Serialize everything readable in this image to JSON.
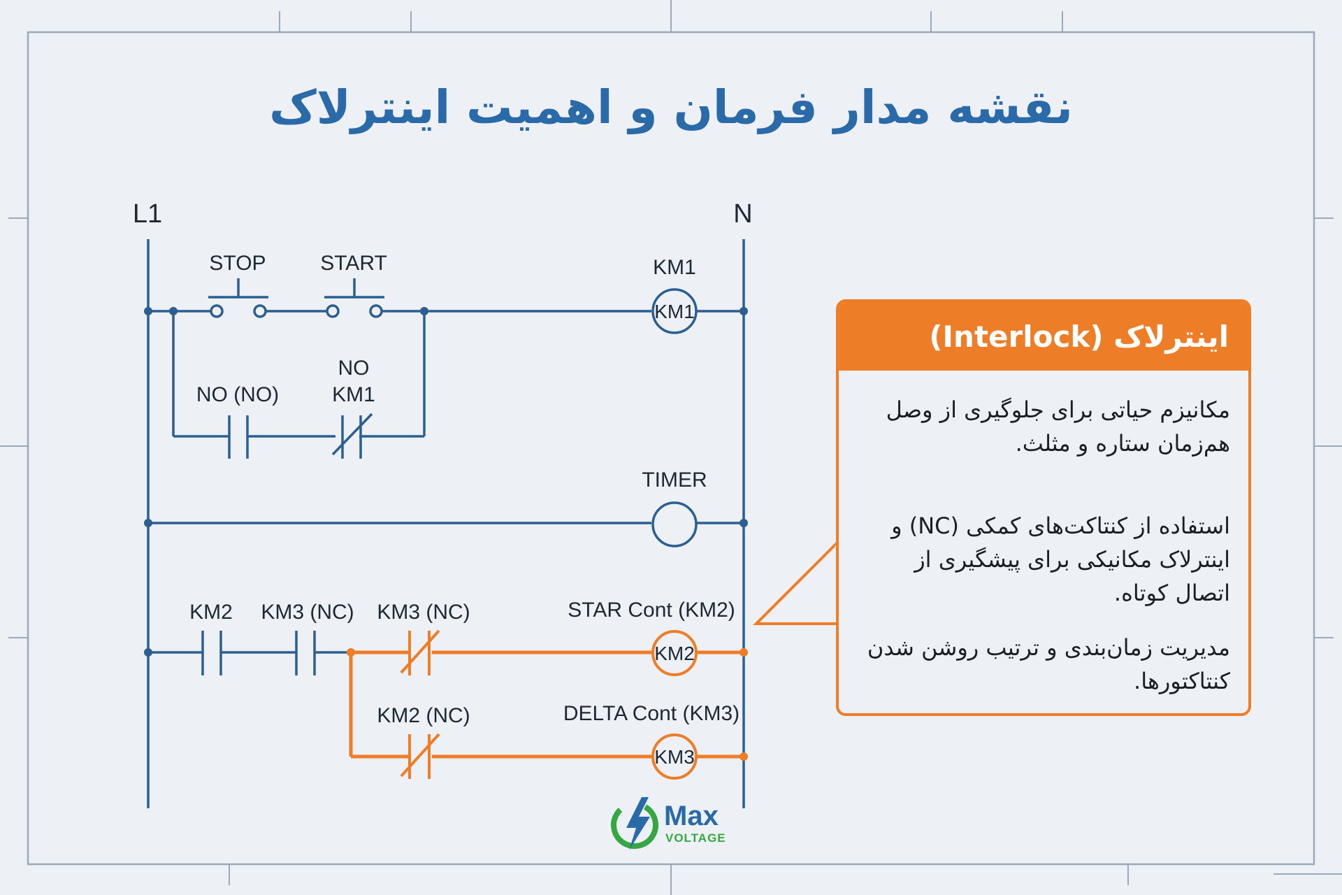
{
  "title": "نقشه مدار فرمان و اهمیت اینترلاک",
  "rails": {
    "left": "L1",
    "right": "N"
  },
  "rung1": {
    "stop": "STOP",
    "start": "START",
    "coil_label": "KM1",
    "coil_text": "KM1",
    "branch_no_label": "NO (NO)",
    "branch_km1_label_top": "NO",
    "branch_km1_label_bottom": "KM1"
  },
  "rung2": {
    "coil_label": "TIMER"
  },
  "rung3": {
    "km2_label": "KM2",
    "km3_nc_label_1": "KM3 (NC)",
    "km3_nc_label_2": "KM3 (NC)",
    "coil_label": "STAR Cont (KM2)",
    "coil_text": "KM2"
  },
  "rung4": {
    "km2_nc_label": "KM2 (NC)",
    "coil_label": "DELTA Cont (KM3)",
    "coil_text": "KM3"
  },
  "callout": {
    "title": "اینترلاک (Interlock)",
    "p1": "مکانیزم حیاتی برای جلوگیری از وصل هم‌زمان ستاره و مثلث.",
    "p2": "استفاده از کنتاکت‌های کمکی (NC) و اینترلاک مکانیکی برای پیشگیری از اتصال کوتاه.",
    "p3": "مدیریت زمان‌بندی و ترتیب روشن شدن کنتاکتورها."
  },
  "logo": {
    "name": "Max",
    "sub": "VOLTAGE"
  },
  "colors": {
    "blue": "#2c5f91",
    "orange": "#ee7d27",
    "title": "#2a6aa8",
    "logo_green": "#36a843"
  }
}
